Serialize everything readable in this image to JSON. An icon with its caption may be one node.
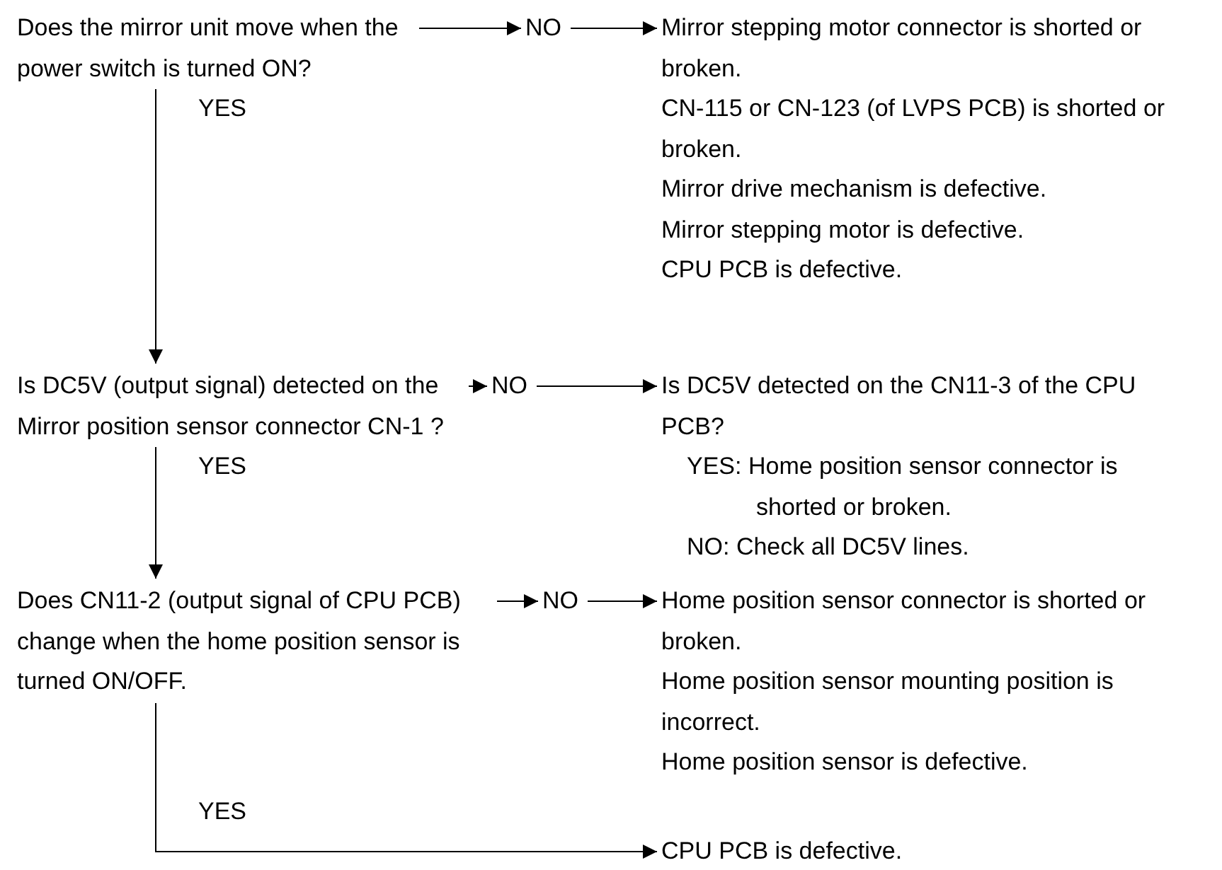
{
  "diagram": {
    "nodes": [
      {
        "text": [
          "Does the mirror unit move when the power switch is turned ON?"
        ]
      },
      {
        "text": [
          "NO"
        ]
      },
      {
        "text": [
          "Mirror stepping motor connector is shorted or broken.",
          "CN-115 or CN-123 (of LVPS PCB) is shorted or broken.",
          "Mirror drive mechanism is defective.",
          "Mirror stepping motor is defective.",
          "CPU PCB is defective."
        ]
      },
      {
        "text": [
          "Is DC5V (output signal) detected on the Mirror position sensor connector CN-1 ?"
        ]
      },
      {
        "text": [
          "NO"
        ]
      },
      {
        "text": [
          "Is DC5V detected on the CN11-3 of the CPU PCB?",
          "YES: Home position sensor connector is shorted or broken.",
          "NO: Check all DC5V lines."
        ]
      },
      {
        "text": [
          "Does CN11-2 (output signal of CPU PCB) change when the home position sensor is turned ON/OFF."
        ]
      },
      {
        "text": [
          "NO"
        ]
      },
      {
        "text": [
          "Home position sensor connector is shorted or broken.",
          "Home position sensor mounting position is incorrect.",
          "Home position sensor is defective."
        ]
      },
      {
        "text": [
          "CPU PCB is defective."
        ]
      }
    ],
    "edges": [
      {
        "from": 0,
        "to": 1,
        "arrow": "to"
      },
      {
        "from": 1,
        "to": 2,
        "arrow": "to"
      },
      {
        "from": 0,
        "to": 3,
        "arrow": "to",
        "label": "YES"
      },
      {
        "from": 3,
        "to": 4,
        "arrow": "to"
      },
      {
        "from": 4,
        "to": 5,
        "arrow": "to"
      },
      {
        "from": 3,
        "to": 6,
        "arrow": "to",
        "label": "YES"
      },
      {
        "from": 6,
        "to": 7,
        "arrow": "to"
      },
      {
        "from": 7,
        "to": 8,
        "arrow": "to"
      },
      {
        "from": 6,
        "to": 9,
        "arrow": "to",
        "label": "YES"
      }
    ]
  }
}
